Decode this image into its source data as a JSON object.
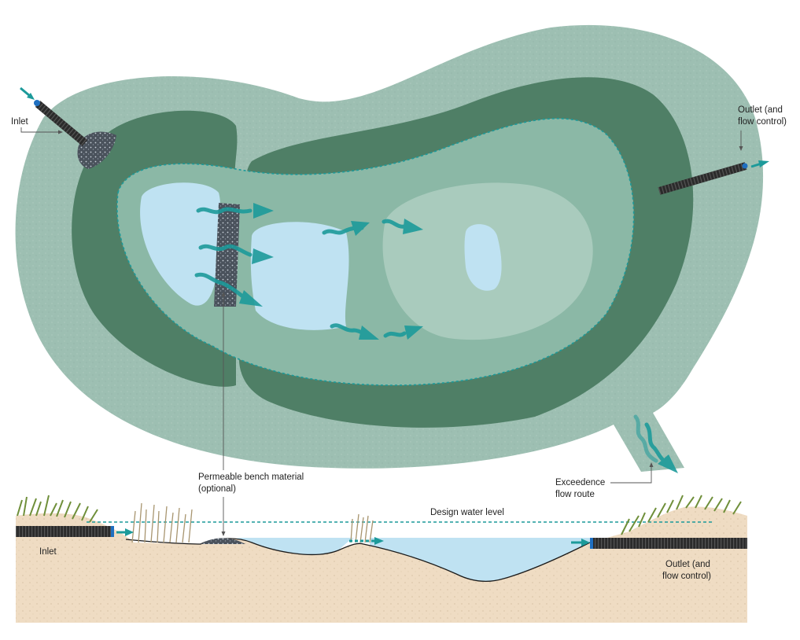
{
  "labels": {
    "inlet_plan": "Inlet",
    "outlet_plan_line1": "Outlet (and",
    "outlet_plan_line2": "flow control)",
    "bench_line1": "Permeable bench material",
    "bench_line2": "(optional)",
    "exceedence_line1": "Exceedence",
    "exceedence_line2": "flow route",
    "design_water_level": "Design water level",
    "inlet_section": "Inlet",
    "outlet_section_line1": "Outlet (and",
    "outlet_section_line2": "flow control)"
  },
  "colors": {
    "outer_bank": "#9dbfb2",
    "dark_bank": "#4f7f66",
    "inner_zone": "#8bb8a6",
    "inner_zone_light": "#a9cbbd",
    "water": "#bfe2f2",
    "arrow_teal": "#1c9a9a",
    "pipe": "#2b2b2b",
    "soil": "#efdcc3",
    "grass": "#6f8f3a",
    "dashed_line": "#1c9a9a"
  },
  "icons": {
    "inlet_pipe": "inlet-pipe-icon",
    "outlet_pipe": "outlet-pipe-icon",
    "flow_arrow": "flow-arrow-icon"
  }
}
